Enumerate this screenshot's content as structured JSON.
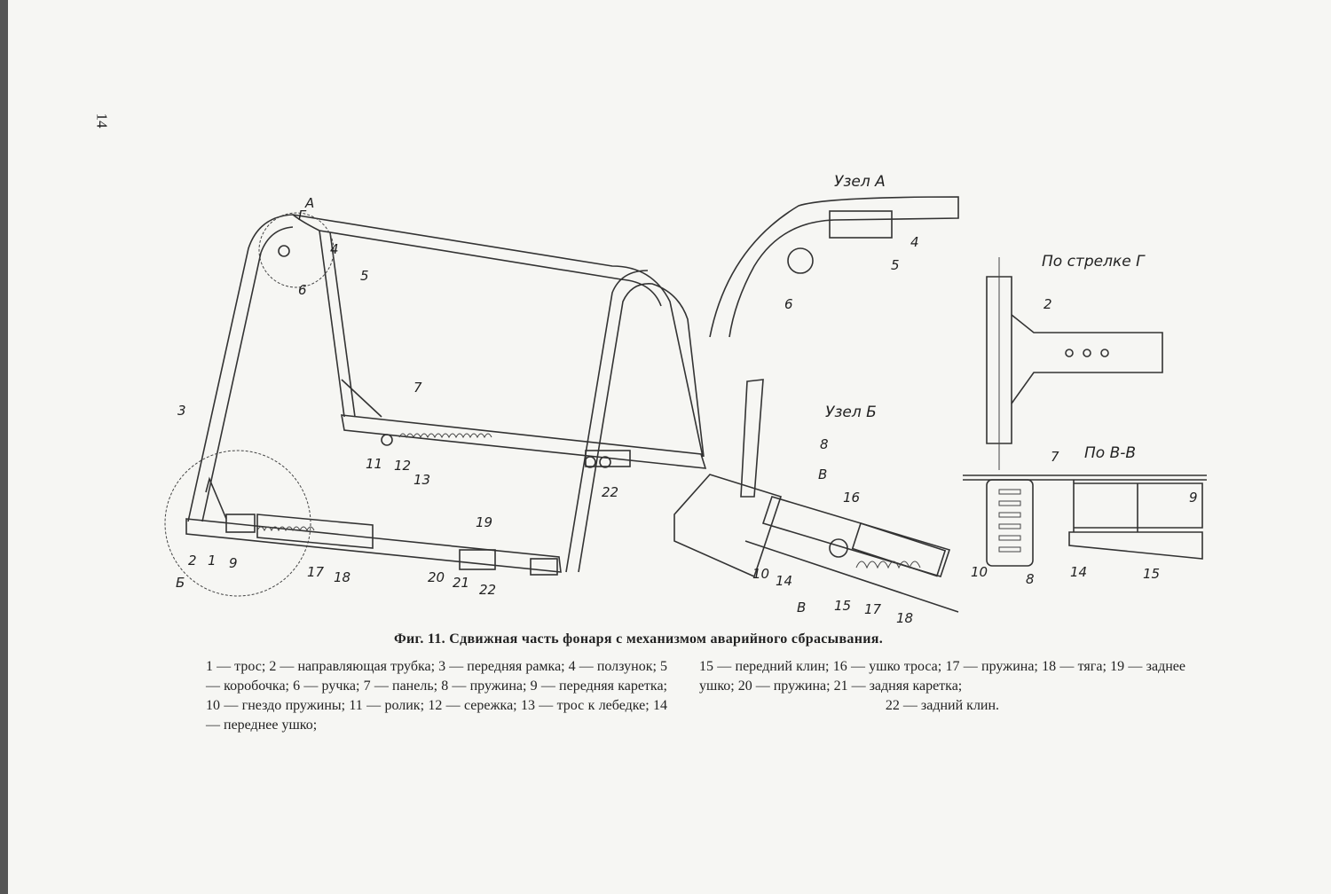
{
  "page_number": "14",
  "figure": {
    "views": {
      "node_a": "Узел А",
      "node_b": "Узел Б",
      "arrow_g": "По стрелке Г",
      "section_vv": "По В-В"
    },
    "main_labels": [
      "1",
      "2",
      "3",
      "4",
      "5",
      "6",
      "7",
      "9",
      "11",
      "12",
      "13",
      "17",
      "18",
      "19",
      "20",
      "21",
      "22"
    ],
    "marks": {
      "a": "А",
      "g": "Г",
      "b": "Б",
      "v1": "В",
      "v2": "В"
    },
    "node_a_labels": [
      "4",
      "5",
      "6"
    ],
    "node_b_labels": [
      "8",
      "10",
      "14",
      "15",
      "16",
      "17",
      "18"
    ],
    "arrow_g_labels": [
      "2"
    ],
    "section_labels": [
      "7",
      "9",
      "10",
      "8",
      "14",
      "15"
    ]
  },
  "caption": {
    "title": "Фиг. 11. Сдвижная часть фонаря с механизмом аварийного сбрасывания.",
    "legend_left": "1 — трос; 2 — направляющая трубка; 3 — передняя рамка; 4 — ползунок; 5 — коробочка; 6 — ручка; 7 — панель; 8 — пружина; 9 — передняя каретка; 10 — гнездо пружины; 11 — ролик; 12 — сережка; 13 — трос к лебедке; 14 — переднее ушко;",
    "legend_right": "15 — передний клин; 16 — ушко троса; 17 — пружина; 18 — тяга; 19 — заднее ушко; 20 — пружина; 21 — задняя каретка;",
    "legend_right_last": "22 — задний клин."
  }
}
